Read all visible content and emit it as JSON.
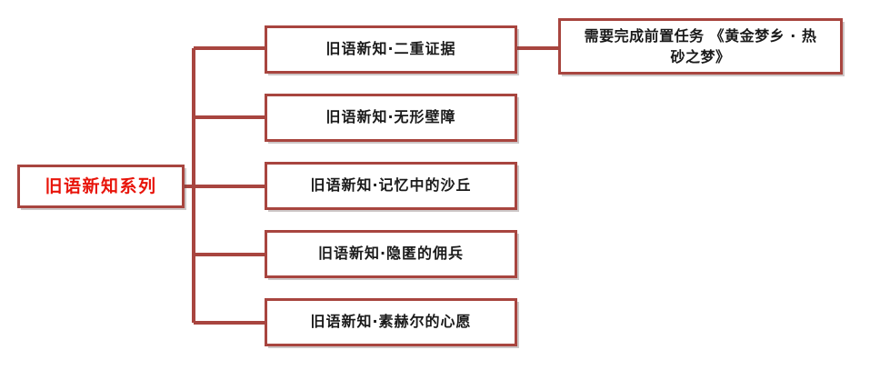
{
  "diagram": {
    "type": "tree",
    "title": "旧语新知系列",
    "line_color": "#a8453f",
    "root_text_color": "#e8140a",
    "node_text_color": "#1a1a1a",
    "background_color": "#ffffff",
    "root": {
      "label": "旧语新知系列"
    },
    "children": [
      {
        "label": "旧语新知·二重证据"
      },
      {
        "label": "旧语新知·无形壁障"
      },
      {
        "label": "旧语新知·记忆中的沙丘"
      },
      {
        "label": "旧语新知·隐匿的佣兵"
      },
      {
        "label": "旧语新知·素赫尔的心愿"
      }
    ],
    "prerequisite_note": {
      "label": "需要完成前置任务 《黄金梦乡 · 热\n砂之梦》",
      "attached_to": "旧语新知·二重证据"
    }
  }
}
